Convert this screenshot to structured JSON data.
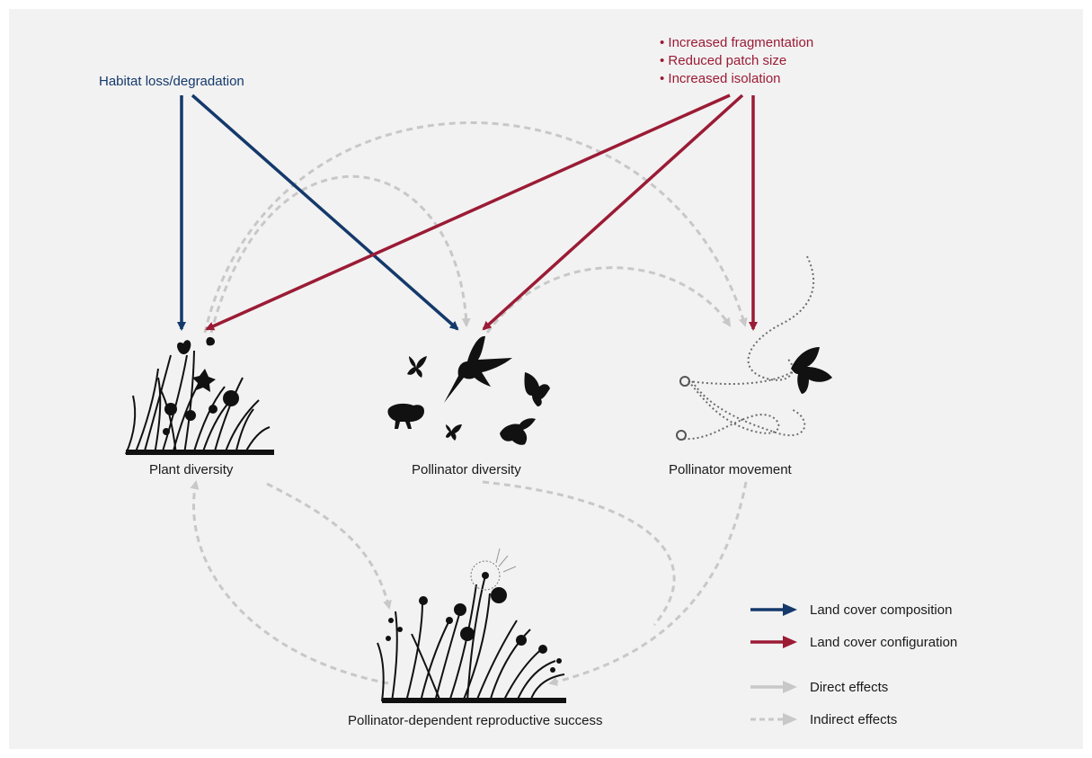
{
  "drivers": {
    "habitat_loss": "Habitat loss/degradation",
    "configuration_list": [
      "Increased fragmentation",
      "Reduced patch size",
      "Increased isolation"
    ]
  },
  "nodes": {
    "plant_diversity": "Plant diversity",
    "pollinator_diversity": "Pollinator diversity",
    "pollinator_movement": "Pollinator movement",
    "reproductive_success": "Pollinator-dependent reproductive success"
  },
  "legend": {
    "composition": "Land cover composition",
    "configuration": "Land cover configuration",
    "direct": "Direct effects",
    "indirect": "Indirect effects"
  },
  "colors": {
    "composition": "#14396b",
    "configuration": "#9b1b35",
    "effects": "#c8c8c8",
    "silhouette": "#111111"
  }
}
